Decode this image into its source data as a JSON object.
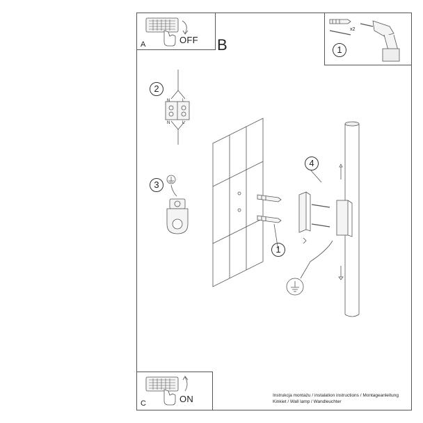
{
  "panels": {
    "a": {
      "letter": "A",
      "state": "OFF"
    },
    "b": {
      "letter": "B"
    },
    "c": {
      "letter": "C",
      "state": "ON"
    }
  },
  "steps": [
    {
      "number": "1",
      "label": "drill and dowels"
    },
    {
      "number": "2",
      "label": "terminal block"
    },
    {
      "number": "3",
      "label": "ground clamp"
    },
    {
      "number": "4",
      "label": "mounting bracket"
    },
    {
      "number": "1",
      "label": "wall dowels"
    }
  ],
  "parts": {
    "dowel_count": "x2"
  },
  "terminal_labels": {
    "n": "N",
    "l": "L"
  },
  "caption": {
    "line1": "Instrukcja montażu / instalation instructions / Montageanleitung",
    "line2": "Kinkiet / Wall lamp / Wandleuchter"
  },
  "icons": [
    "switch-box-icon",
    "drill-icon",
    "dowel-icon",
    "ground-icon",
    "terminal-block-icon",
    "screw-icon",
    "hand-icon",
    "arrow-icon"
  ],
  "colors": {
    "line": "#555555",
    "text": "#222222",
    "fill": "#eeeeee"
  }
}
